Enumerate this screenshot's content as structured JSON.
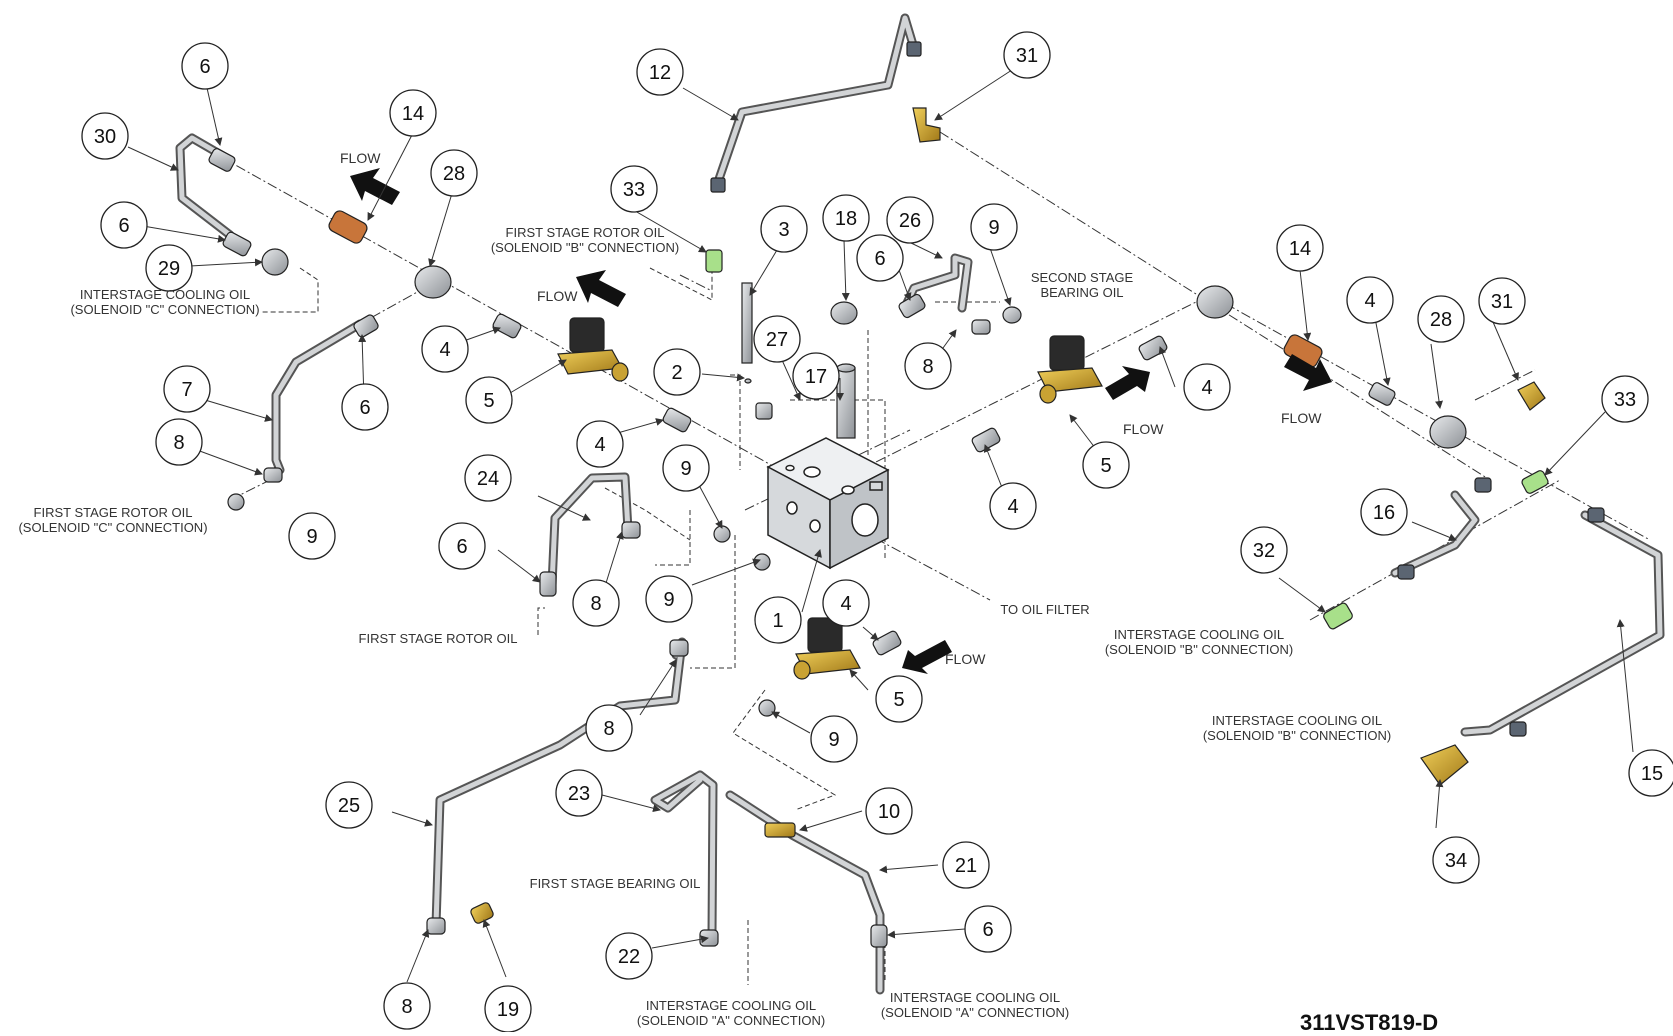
{
  "drawing_number": "311VST819-D",
  "flow_word": "FLOW",
  "callout_numbers": {
    "n1": "1",
    "n2": "2",
    "n3": "3",
    "n4": "4",
    "n5": "5",
    "n6": "6",
    "n7": "7",
    "n8": "8",
    "n9": "9",
    "n10": "10",
    "n12": "12",
    "n14": "14",
    "n15": "15",
    "n16": "16",
    "n17": "17",
    "n18": "18",
    "n19": "19",
    "n21": "21",
    "n22": "22",
    "n23": "23",
    "n24": "24",
    "n25": "25",
    "n26": "26",
    "n27": "27",
    "n28": "28",
    "n29": "29",
    "n30": "30",
    "n31": "31",
    "n32": "32",
    "n33": "33",
    "n34": "34"
  },
  "labels": {
    "interstage_c": [
      "INTERSTAGE COOLING OIL",
      "(SOLENOID \"C\" CONNECTION)"
    ],
    "first_stage_rotor_b": [
      "FIRST STAGE ROTOR OIL",
      "(SOLENOID \"B\" CONNECTION)"
    ],
    "second_stage_bearing": [
      "SECOND STAGE",
      "BEARING OIL"
    ],
    "first_stage_rotor_c": [
      "FIRST STAGE ROTOR OIL",
      "(SOLENOID \"C\" CONNECTION)"
    ],
    "first_stage_rotor": "FIRST STAGE ROTOR OIL",
    "to_oil_filter": "TO OIL FILTER",
    "interstage_b_upper": [
      "INTERSTAGE COOLING OIL",
      "(SOLENOID \"B\" CONNECTION)"
    ],
    "interstage_b_lower": [
      "INTERSTAGE COOLING OIL",
      "(SOLENOID \"B\" CONNECTION)"
    ],
    "first_stage_bearing": "FIRST STAGE BEARING OIL",
    "interstage_a_left": [
      "INTERSTAGE COOLING OIL",
      "(SOLENOID \"A\" CONNECTION)"
    ],
    "interstage_a_right": [
      "INTERSTAGE COOLING OIL",
      "(SOLENOID \"A\" CONNECTION)"
    ]
  },
  "colors": {
    "brass": "#c9a233",
    "copper": "#c8753a",
    "green_fitting": "#a8e08a",
    "steel": "#b8bcc0",
    "outline": "#222222"
  }
}
